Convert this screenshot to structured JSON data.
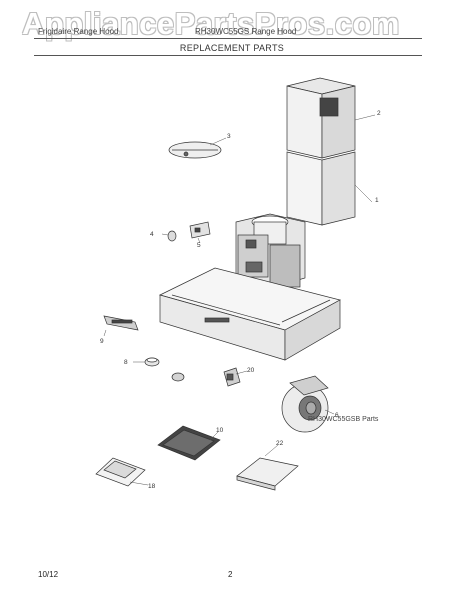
{
  "watermark": "AppliancePartsPros.com",
  "header": {
    "left": "Frigidaire Range Hood",
    "model": "RH30WC55GS Range Hood"
  },
  "title": "REPLACEMENT PARTS",
  "parts": [
    {
      "label": "1"
    },
    {
      "label": "2"
    },
    {
      "label": "3"
    },
    {
      "label": "4"
    },
    {
      "label": "5"
    },
    {
      "label": "6"
    },
    {
      "label": "8"
    },
    {
      "label": "9"
    },
    {
      "label": "10"
    },
    {
      "label": "18"
    },
    {
      "label": "20"
    },
    {
      "label": "22"
    }
  ],
  "part_list_note": "RH30WC55GSB Parts",
  "footer": {
    "date": "10/12",
    "page": "2"
  }
}
